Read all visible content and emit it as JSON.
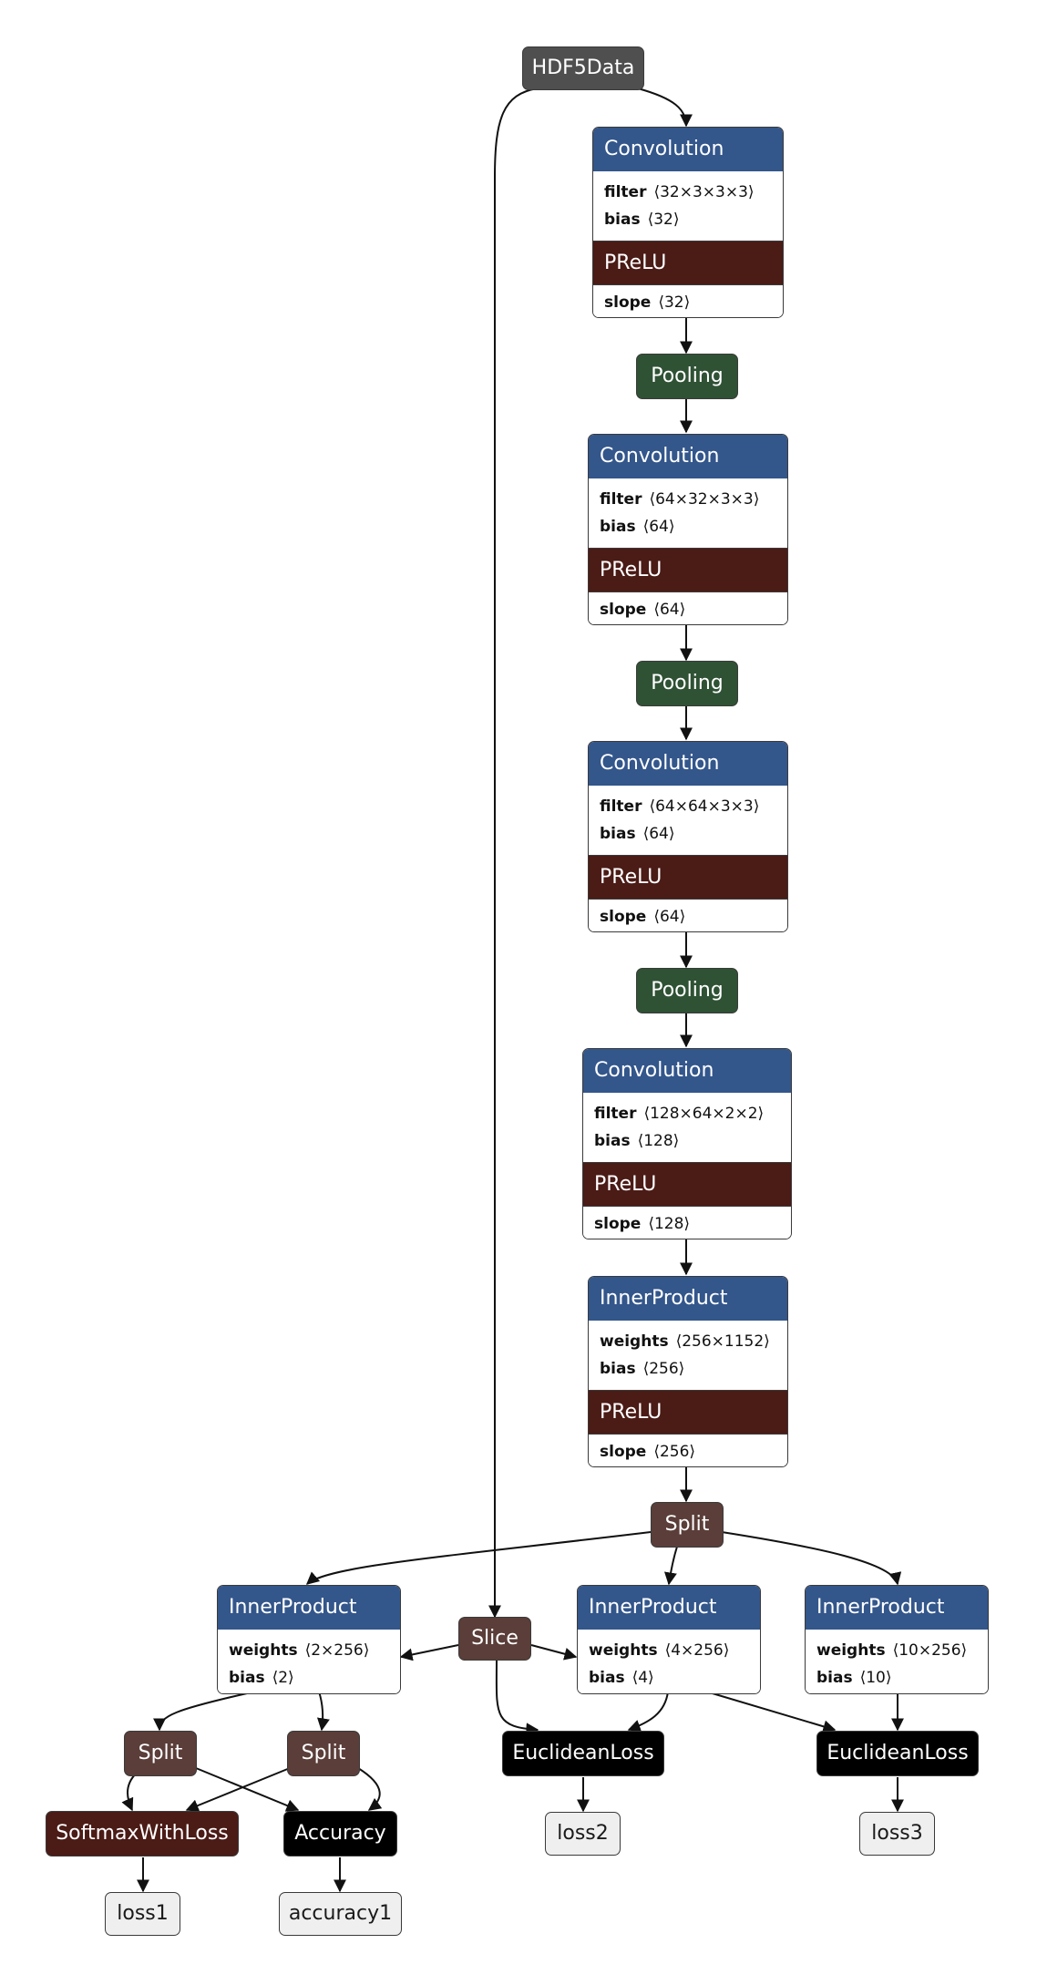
{
  "layers": {
    "hdf5": {
      "label": "HDF5Data"
    },
    "conv1": {
      "type": "Convolution",
      "filter_label": "filter",
      "filter": "⟨32×3×3×3⟩",
      "bias_label": "bias",
      "bias": "⟨32⟩",
      "act": "PReLU",
      "slope_label": "slope",
      "slope": "⟨32⟩"
    },
    "pool1": {
      "label": "Pooling"
    },
    "conv2": {
      "type": "Convolution",
      "filter_label": "filter",
      "filter": "⟨64×32×3×3⟩",
      "bias_label": "bias",
      "bias": "⟨64⟩",
      "act": "PReLU",
      "slope_label": "slope",
      "slope": "⟨64⟩"
    },
    "pool2": {
      "label": "Pooling"
    },
    "conv3": {
      "type": "Convolution",
      "filter_label": "filter",
      "filter": "⟨64×64×3×3⟩",
      "bias_label": "bias",
      "bias": "⟨64⟩",
      "act": "PReLU",
      "slope_label": "slope",
      "slope": "⟨64⟩"
    },
    "pool3": {
      "label": "Pooling"
    },
    "conv4": {
      "type": "Convolution",
      "filter_label": "filter",
      "filter": "⟨128×64×2×2⟩",
      "bias_label": "bias",
      "bias": "⟨128⟩",
      "act": "PReLU",
      "slope_label": "slope",
      "slope": "⟨128⟩"
    },
    "ip1": {
      "type": "InnerProduct",
      "weights_label": "weights",
      "weights": "⟨256×1152⟩",
      "bias_label": "bias",
      "bias": "⟨256⟩",
      "act": "PReLU",
      "slope_label": "slope",
      "slope": "⟨256⟩"
    },
    "split_main": {
      "label": "Split"
    },
    "ip_cls": {
      "type": "InnerProduct",
      "weights_label": "weights",
      "weights": "⟨2×256⟩",
      "bias_label": "bias",
      "bias": "⟨2⟩"
    },
    "slice": {
      "label": "Slice"
    },
    "ip_bbox": {
      "type": "InnerProduct",
      "weights_label": "weights",
      "weights": "⟨4×256⟩",
      "bias_label": "bias",
      "bias": "⟨4⟩"
    },
    "ip_lmk": {
      "type": "InnerProduct",
      "weights_label": "weights",
      "weights": "⟨10×256⟩",
      "bias_label": "bias",
      "bias": "⟨10⟩"
    },
    "split_a": {
      "label": "Split"
    },
    "split_b": {
      "label": "Split"
    },
    "euc1": {
      "label": "EuclideanLoss"
    },
    "euc2": {
      "label": "EuclideanLoss"
    },
    "softmax": {
      "label": "SoftmaxWithLoss"
    },
    "accuracy": {
      "label": "Accuracy"
    },
    "loss1": {
      "label": "loss1"
    },
    "accuracy1": {
      "label": "accuracy1"
    },
    "loss2": {
      "label": "loss2"
    },
    "loss3": {
      "label": "loss3"
    }
  },
  "colors": {
    "data": "#4f4f4f",
    "convolution": "#33568b",
    "prelu": "#4b1b16",
    "pooling": "#2f5234",
    "split_slice": "#5b3e39",
    "loss_softmax": "#4b1b16",
    "loss_output": "#000000",
    "blob": "#efefef"
  }
}
